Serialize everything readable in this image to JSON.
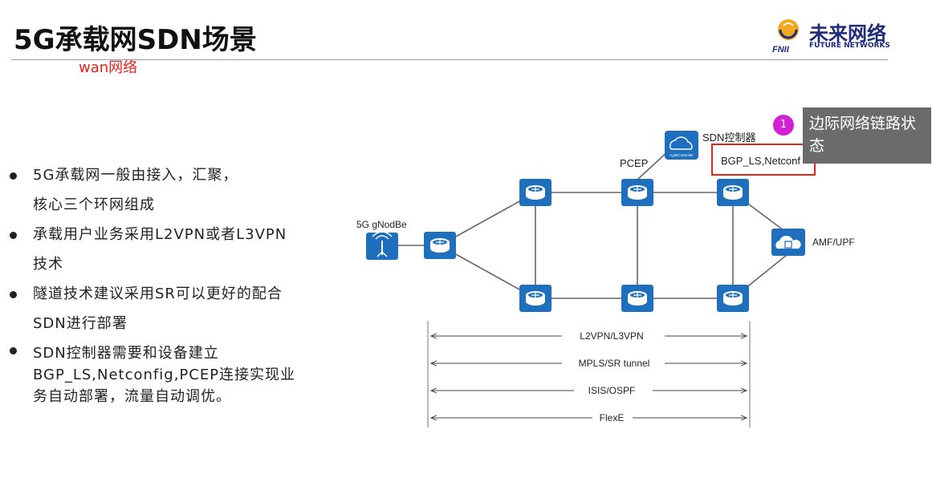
{
  "header": {
    "title": "5G承载网SDN场景",
    "subtitle": "wan网络"
  },
  "logo": {
    "cn": "未来网络",
    "en": "FUTURE NETWORKS",
    "mark_text": "FNII"
  },
  "bullets": [
    {
      "lines": [
        "5G承载网一般由接入，汇聚，",
        "核心三个环网组成"
      ]
    },
    {
      "lines": [
        "承载用户业务采用L2VPN或者L3VPN",
        "技术"
      ]
    },
    {
      "lines": [
        "隧道技术建议采用SR可以更好的配合",
        "SDN进行部署"
      ]
    },
    {
      "lines": [
        "SDN控制器需要和设备建立",
        "BGP_LS,Netconfig,PCEP连接实现业",
        "务自动部署，流量自动调优。"
      ]
    }
  ],
  "diagram": {
    "labels": {
      "controller": "SDN控制器",
      "controller_icon_text": "AgileController",
      "pcep": "PCEP",
      "bgp": "BGP_LS,Netconf",
      "gnodeb": "5G gNodBe",
      "amf": "AMF/UPF"
    },
    "spans": [
      "L2VPN/L3VPN",
      "MPLS/SR tunnel",
      "ISIS/OSPF",
      "FlexE"
    ],
    "colors": {
      "device": "#1f6fbf",
      "highlight_box": "#e0261a"
    }
  },
  "annotation": {
    "number": "1",
    "text": "边际网络链路状态"
  }
}
